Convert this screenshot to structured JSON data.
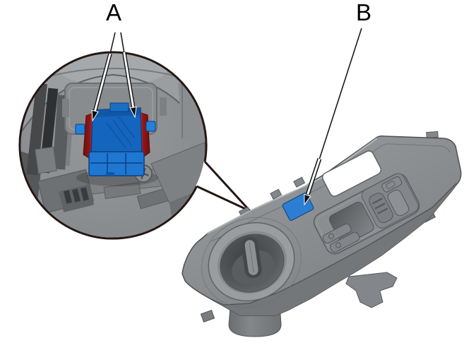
{
  "diagram": {
    "type": "technical-illustration",
    "callouts": {
      "a": {
        "label": "A",
        "points_to": "connector-release-tabs"
      },
      "b": {
        "label": "B",
        "points_to": "blue-switch"
      }
    },
    "parts": {
      "inset_view": "magnified-connector-detail",
      "connector": "blue-connector",
      "release_tabs": "red-release-tabs",
      "switch": "blue-switch",
      "panel": "door-switch-panel-assembly",
      "cup_holder": "cup-holder",
      "window_switches": "window-switch-cluster"
    },
    "colors": {
      "background": "#ffffff",
      "outline": "#241712",
      "arrow_black": "#0c0c0c",
      "connector_blue": "#1465bd",
      "connector_blue_bright": "#1e78d2",
      "connector_tab_blue": "#2281da",
      "release_tab_red": "#8e1111",
      "release_tab_red_bright": "#c42727",
      "switch_blue": "#2b7ed2",
      "panel_gray": "#8f9294",
      "panel_gray_dark": "#74777a",
      "panel_gray_light": "#b6b9bb"
    }
  }
}
